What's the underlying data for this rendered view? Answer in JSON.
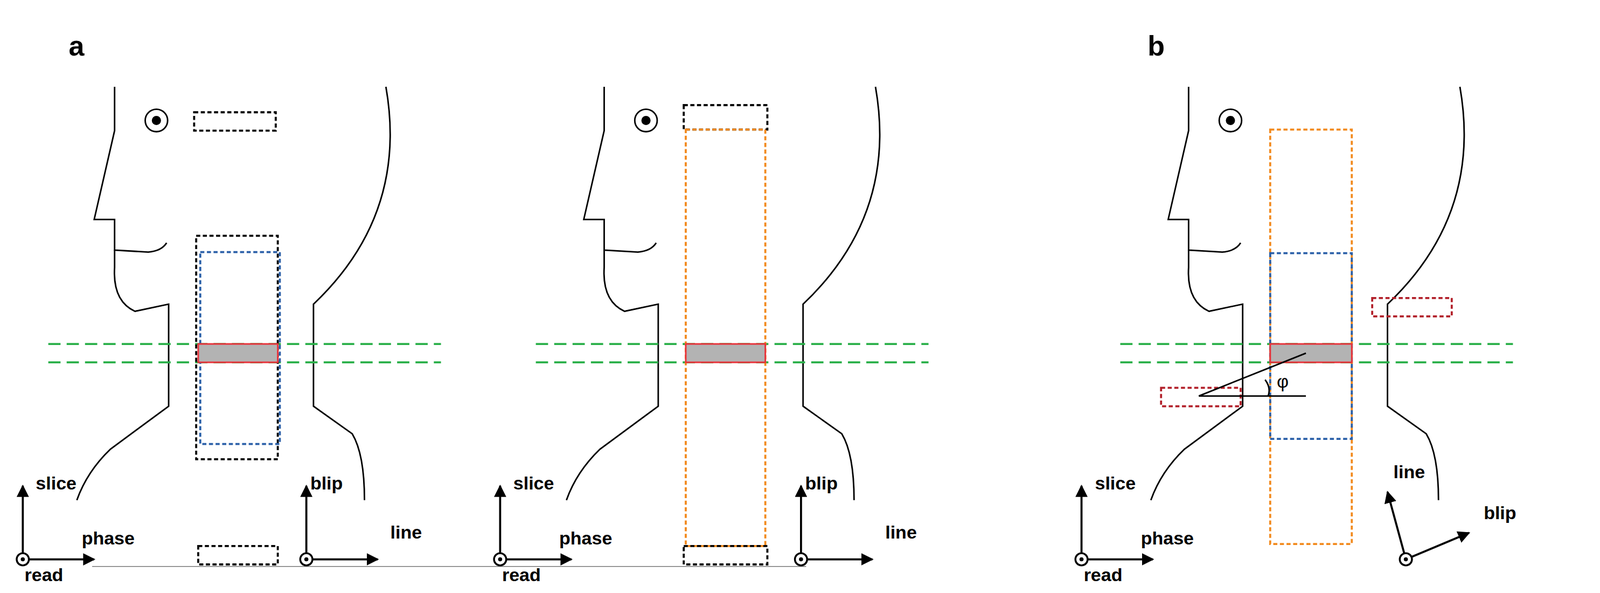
{
  "diagram": {
    "labels": [
      "a",
      "slice",
      "phase",
      "read",
      "blip",
      "line",
      "slice",
      "phase",
      "read",
      "blip",
      "line",
      "b",
      "φ",
      "slice",
      "phase",
      "read",
      "line",
      "blip"
    ]
  }
}
